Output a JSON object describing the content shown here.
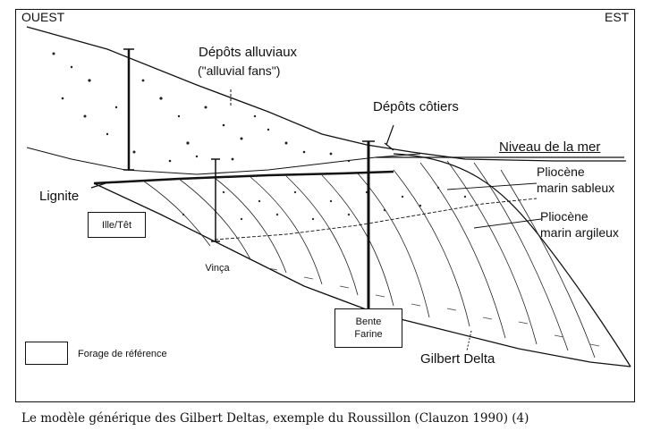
{
  "directions": {
    "west": "OUEST",
    "east": "EST"
  },
  "labels": {
    "alluvial_fr": "Dépôts alluviaux",
    "alluvial_en": "(\"alluvial fans\")",
    "coastal": "Dépôts côtiers",
    "sea_level": "Niveau de la mer",
    "plio_sandy_1": "Pliocène",
    "plio_sandy_2": "marin sableux",
    "plio_clay_1": "Pliocène",
    "plio_clay_2": "marin argileux",
    "lignite": "Lignite",
    "gilbert_delta": "Gilbert Delta"
  },
  "boreholes": {
    "ille_tet": "Ille/Têt",
    "vinca": "Vinça",
    "bente_1": "Bente",
    "bente_2": "Farine"
  },
  "legend": {
    "label": "Forage de référence"
  },
  "caption": "Le modèle générique des Gilbert Deltas, exemple du Roussillon (Clauzon 1990) (4)"
}
